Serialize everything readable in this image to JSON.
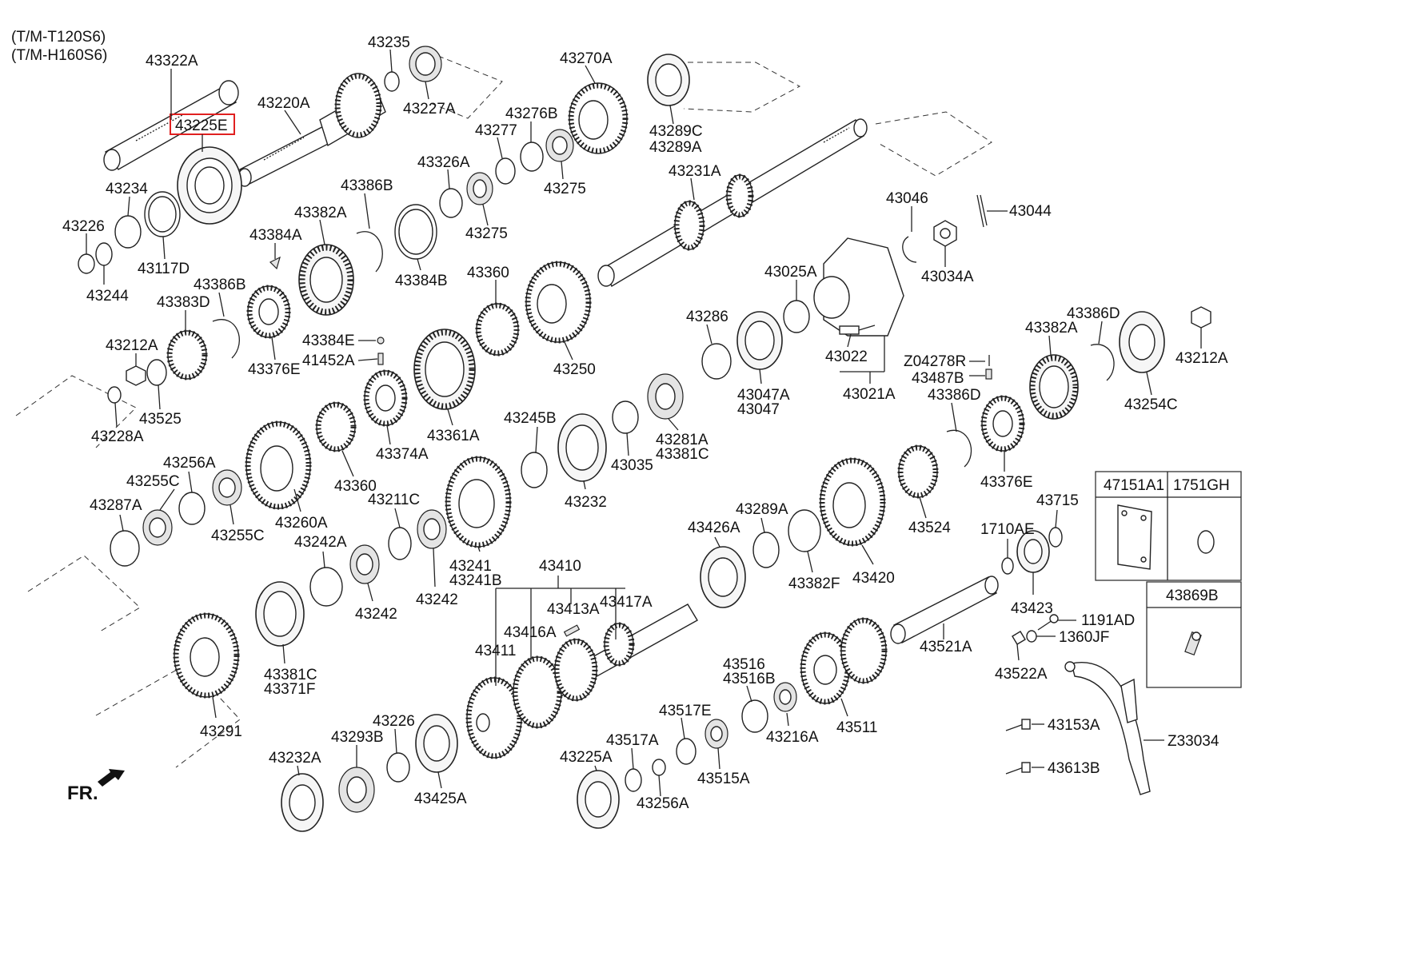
{
  "header": {
    "variant_1": "(T/M-T120S6)",
    "variant_2": "(T/M-H160S6)"
  },
  "highlight_color": "#e02020",
  "direction_label": "FR.",
  "inset_labels": {
    "gasket_left": "47151A1",
    "gasket_right": "1751GH",
    "sensor": "43869B"
  },
  "parts": {
    "p43322A": "43322A",
    "p43225E": "43225E",
    "p43235": "43235",
    "p43227A": "43227A",
    "p43220A": "43220A",
    "p43270A": "43270A",
    "p43289C": "43289C",
    "p43289A_t": "43289A",
    "p43276B": "43276B",
    "p43277": "43277",
    "p43275a": "43275",
    "p43275b": "43275",
    "p43326A": "43326A",
    "p43231A": "43231A",
    "p43234": "43234",
    "p43226a": "43226",
    "p43244": "43244",
    "p43117D": "43117D",
    "p43386Ba": "43386B",
    "p43382Aa": "43382A",
    "p43384A": "43384A",
    "p43384B": "43384B",
    "p43046": "43046",
    "p43044": "43044",
    "p43034A": "43034A",
    "p43025A": "43025A",
    "p43386Bb": "43386B",
    "p43383D": "43383D",
    "p43360a": "43360",
    "p43212Aa": "43212A",
    "p43384E": "43384E",
    "p41452A": "41452A",
    "p43376Ea": "43376E",
    "p43250": "43250",
    "p43286": "43286",
    "p43022": "43022",
    "p43021A": "43021A",
    "p43047A": "43047A",
    "p43047": "43047",
    "pZ04278R": "Z04278R",
    "p43487B": "43487B",
    "p43382Ab": "43382A",
    "p43386D": "43386D",
    "p43212Ab": "43212A",
    "p43254C": "43254C",
    "p43228A": "43228A",
    "p43525": "43525",
    "p43361A": "43361A",
    "p43374A": "43374A",
    "p43245B": "43245B",
    "p43035": "43035",
    "p43281A": "43281A",
    "p43381C_t": "43381C",
    "p43386Db": "43386D",
    "p43376Eb": "43376E",
    "p43256A": "43256A",
    "p43255Ca": "43255C",
    "p43287A": "43287A",
    "p43255Cb": "43255C",
    "p43260A": "43260A",
    "p43360b": "43360",
    "p43232": "43232",
    "p43211C": "43211C",
    "p43241": "43241",
    "p43241B": "43241B",
    "p43242A": "43242A",
    "p43242a": "43242",
    "p43242b": "43242",
    "p43289A": "43289A",
    "p43426A": "43426A",
    "p43382F": "43382F",
    "p43420": "43420",
    "p43524": "43524",
    "p43715": "43715",
    "p1710AE": "1710AE",
    "p43423": "43423",
    "p43410": "43410",
    "p43413A": "43413A",
    "p43417A": "43417A",
    "p43416A": "43416A",
    "p43411": "43411",
    "p43381C": "43381C",
    "p43371F": "43371F",
    "p43291": "43291",
    "p43521A": "43521A",
    "p1191AD": "1191AD",
    "p1360JF": "1360JF",
    "p43522A": "43522A",
    "p43516": "43516",
    "p43516B": "43516B",
    "p43517E": "43517E",
    "p43216A": "43216A",
    "p43511": "43511",
    "p43153A": "43153A",
    "pZ33034": "Z33034",
    "p43613B": "43613B",
    "p43226b": "43226",
    "p43293B": "43293B",
    "p43232A": "43232A",
    "p43425A": "43425A",
    "p43517A": "43517A",
    "p43225A": "43225A",
    "p43256A2": "43256A",
    "p43515A": "43515A"
  }
}
